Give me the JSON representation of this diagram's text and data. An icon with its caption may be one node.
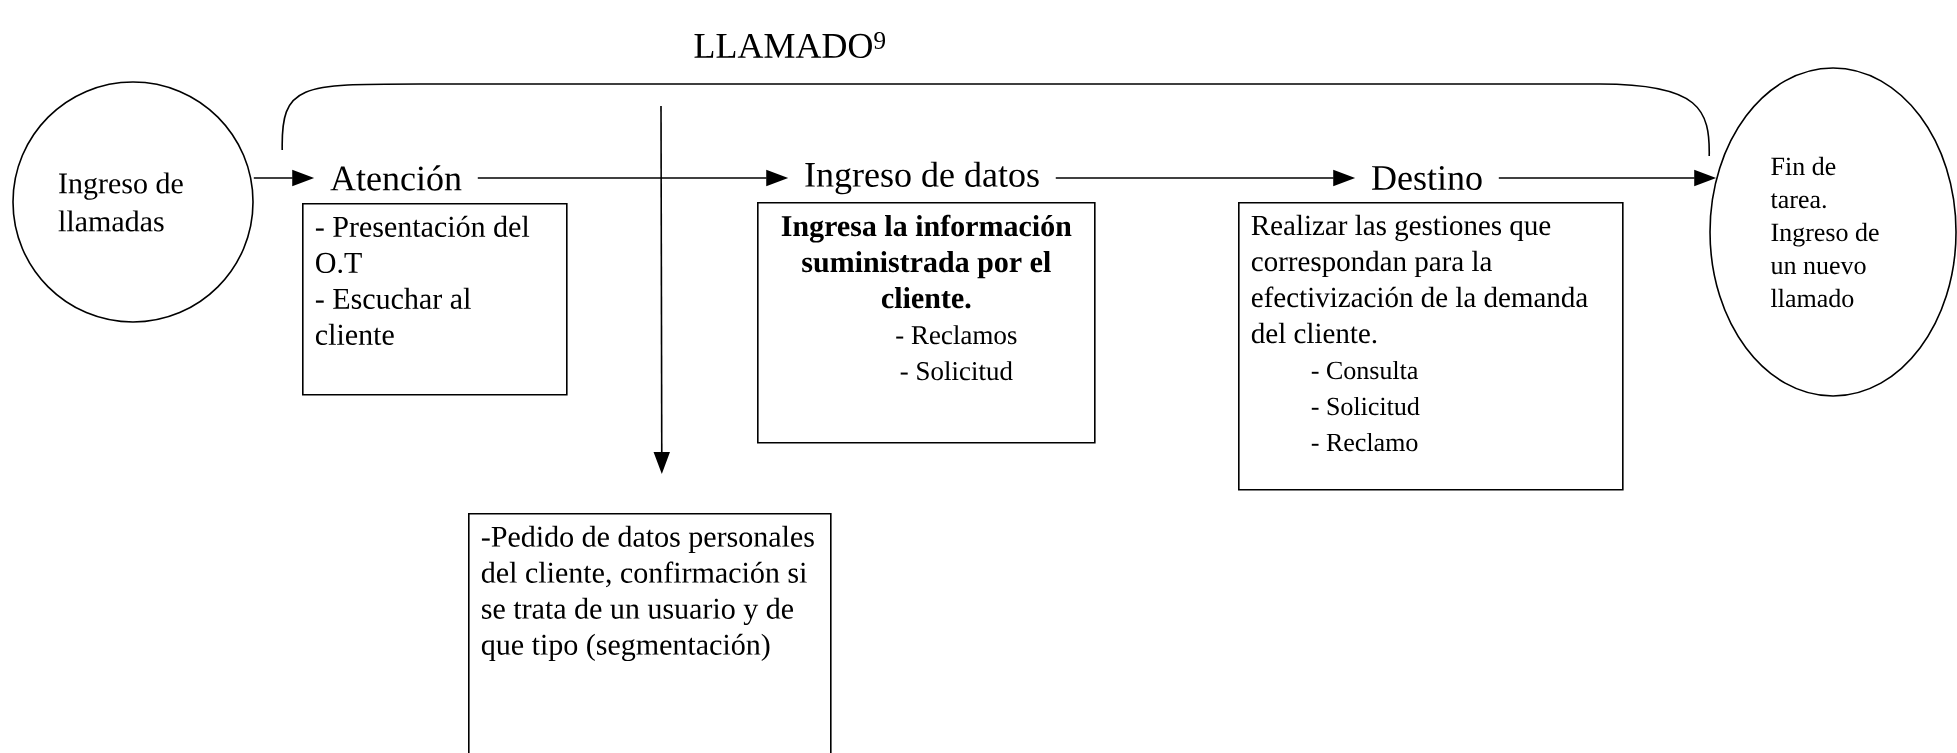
{
  "diagram": {
    "title": "LLAMADO$^{9}$",
    "nodes": [
      {
        "text": [
          "Ingreso de llamadas"
        ]
      },
      {
        "text": [
          "Atención"
        ]
      },
      {
        "text": [
          "- Presentación del O.T",
          "- Escuchar al cliente"
        ]
      },
      {
        "text": [
          "Ingreso de datos"
        ]
      },
      {
        "text": [
          "Ingresa la información suministrada por el cliente.",
          "- Reclamos",
          "- Solicitud"
        ]
      },
      {
        "text": [
          "Destino"
        ]
      },
      {
        "text": [
          "Realizar las gestiones que correspondan para la efectivización de la demanda del cliente.",
          "- Consulta",
          "- Solicitud",
          "- Reclamo"
        ]
      },
      {
        "text": [
          "Fin de tarea. Ingreso de un nuevo llamado"
        ]
      },
      {
        "text": [
          "-Pedido de datos personales del cliente, confirmación si se trata de un usuario y de que tipo (segmentación)"
        ]
      }
    ],
    "edges": [
      {
        "from": 0,
        "to": 1,
        "arrow": "to"
      },
      {
        "from": 1,
        "to": 3,
        "arrow": "to"
      },
      {
        "from": 3,
        "to": 5,
        "arrow": "to"
      },
      {
        "from": 5,
        "to": 7,
        "arrow": "to"
      },
      {
        "from": 1,
        "to": 7,
        "arrow": "none"
      },
      {
        "from": null,
        "to": 8,
        "arrow": "to"
      }
    ]
  }
}
